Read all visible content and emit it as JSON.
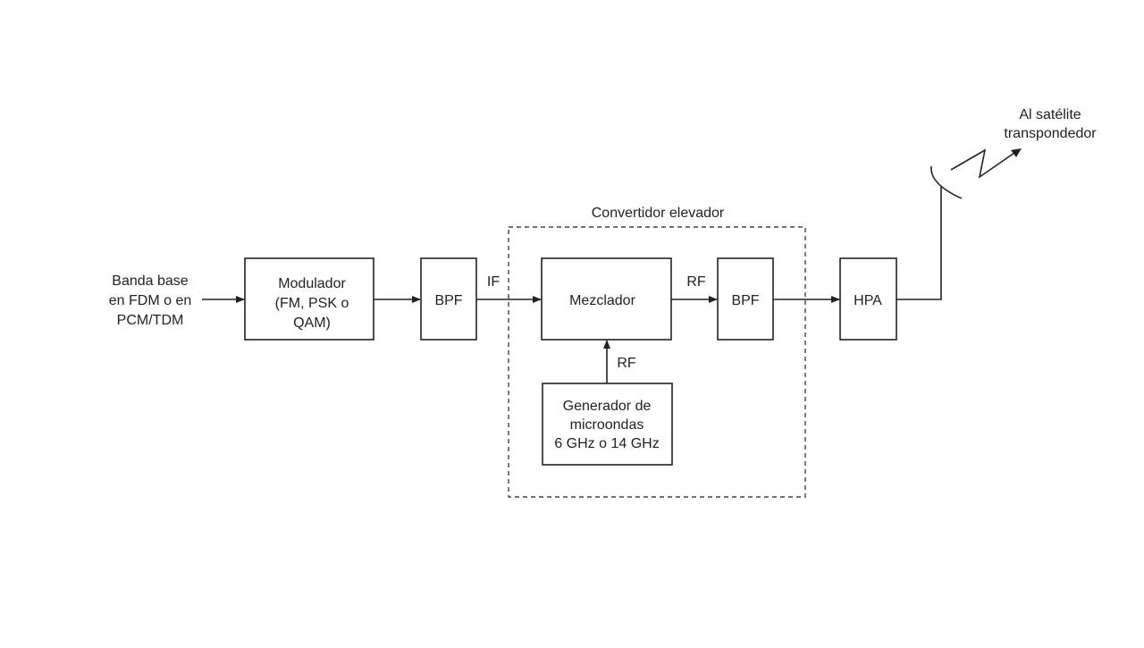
{
  "input_label": [
    "Banda base",
    "en FDM o en",
    "PCM/TDM"
  ],
  "modulator": [
    "Modulador",
    "(FM, PSK o",
    "QAM)"
  ],
  "bpf1": "BPF",
  "if_label": "IF",
  "upconverter_title": "Convertidor elevador",
  "mixer": "Mezclador",
  "rf_out_label": "RF",
  "bpf2": "BPF",
  "rf_in_label": "RF",
  "generator": [
    "Generador de",
    "microondas",
    "6 GHz o 14 GHz"
  ],
  "hpa": "HPA",
  "output_label": [
    "Al satélite",
    "transpondedor"
  ]
}
